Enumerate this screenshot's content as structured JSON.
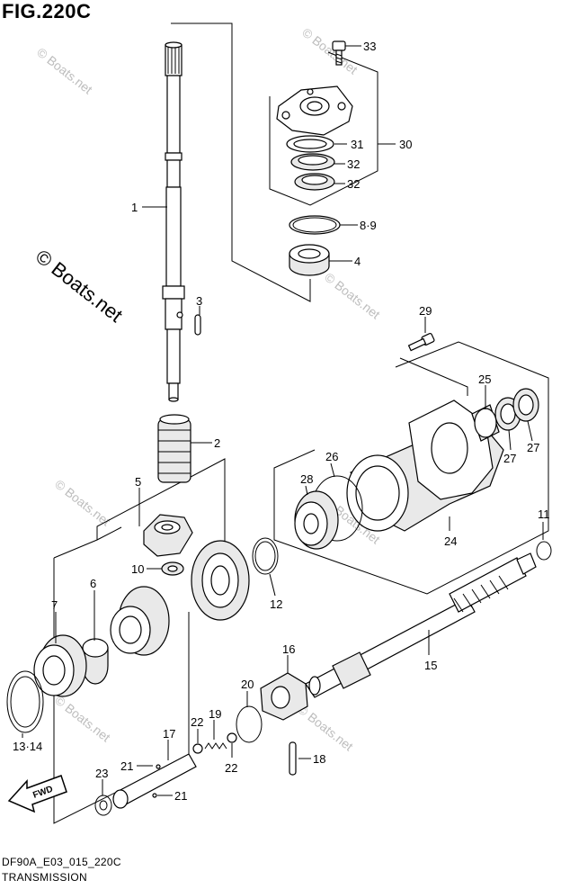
{
  "figure": {
    "title": "FIG.220C",
    "code": "DF90A_E03_015_220C",
    "name": "TRANSMISSION"
  },
  "watermark": "© Boats.net",
  "fwd_arrow_label": "FWD",
  "callouts": [
    {
      "id": "c1",
      "text": "1"
    },
    {
      "id": "c2",
      "text": "2"
    },
    {
      "id": "c3",
      "text": "3"
    },
    {
      "id": "c4",
      "text": "4"
    },
    {
      "id": "c5",
      "text": "5"
    },
    {
      "id": "c6",
      "text": "6"
    },
    {
      "id": "c7",
      "text": "7"
    },
    {
      "id": "c89",
      "text": "8·9"
    },
    {
      "id": "c10",
      "text": "10"
    },
    {
      "id": "c11",
      "text": "11"
    },
    {
      "id": "c12",
      "text": "12"
    },
    {
      "id": "c1314",
      "text": "13·14"
    },
    {
      "id": "c15",
      "text": "15"
    },
    {
      "id": "c16",
      "text": "16"
    },
    {
      "id": "c17",
      "text": "17"
    },
    {
      "id": "c18",
      "text": "18"
    },
    {
      "id": "c19",
      "text": "19"
    },
    {
      "id": "c20",
      "text": "20"
    },
    {
      "id": "c21a",
      "text": "21"
    },
    {
      "id": "c21b",
      "text": "21"
    },
    {
      "id": "c22a",
      "text": "22"
    },
    {
      "id": "c22b",
      "text": "22"
    },
    {
      "id": "c23",
      "text": "23"
    },
    {
      "id": "c24",
      "text": "24"
    },
    {
      "id": "c25",
      "text": "25"
    },
    {
      "id": "c26",
      "text": "26"
    },
    {
      "id": "c27a",
      "text": "27"
    },
    {
      "id": "c27b",
      "text": "27"
    },
    {
      "id": "c28",
      "text": "28"
    },
    {
      "id": "c29",
      "text": "29"
    },
    {
      "id": "c30",
      "text": "30"
    },
    {
      "id": "c31",
      "text": "31"
    },
    {
      "id": "c32a",
      "text": "32"
    },
    {
      "id": "c32b",
      "text": "32"
    },
    {
      "id": "c33",
      "text": "33"
    }
  ]
}
